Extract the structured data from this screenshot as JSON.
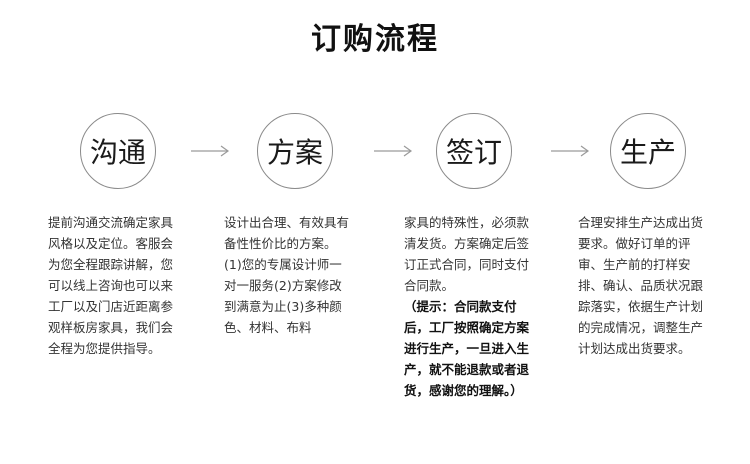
{
  "title": "订购流程",
  "steps": [
    {
      "label": "沟通",
      "desc": "提前沟通交流确定家具风格以及定位。客服会为您全程跟踪讲解，您可以线上咨询也可以来工厂以及门店近距离参观样板房家具，我们会全程为您提供指导。"
    },
    {
      "label": "方案",
      "desc": "设计出合理、有效具有备性性价比的方案。(1)您的专属设计师一对一服务(2)方案修改到满意为止(3)多种颜色、材料、布料"
    },
    {
      "label": "签订",
      "desc": "家具的特殊性，必须款清发货。方案确定后签订正式合同，同时支付合同款。",
      "note": "（提示：合同款支付后，工厂按照确定方案进行生产，一旦进入生产，就不能退款或者退货，感谢您的理解。）"
    },
    {
      "label": "生产",
      "desc": "合理安排生产达成出货要求。做好订单的评审、生产前的打样安排、确认、品质状况跟踪落实，依据生产计划的完成情况，调整生产计划达成出货要求。"
    }
  ],
  "colors": {
    "circle_border": "#8a8a8a",
    "arrow": "#9a9a9a",
    "text": "#333333",
    "title": "#111111"
  }
}
